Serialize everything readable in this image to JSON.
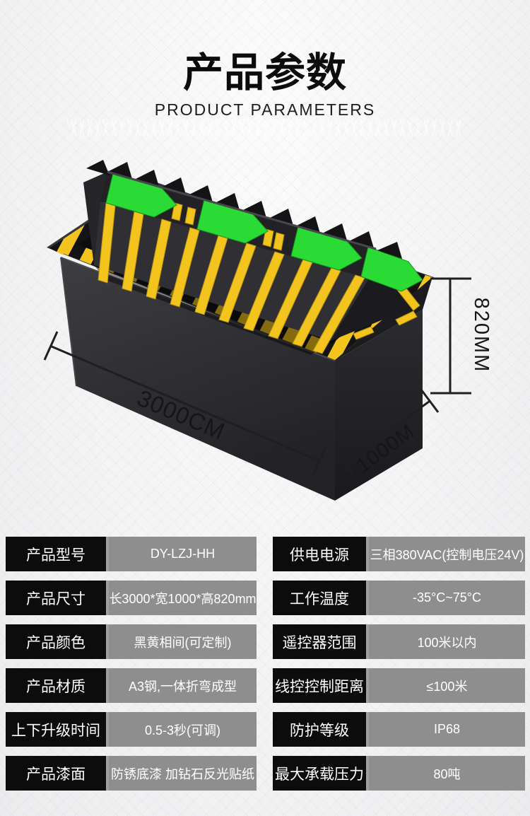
{
  "header": {
    "title": "产品参数",
    "subtitle": "PRODUCT PARAMETERS"
  },
  "figure": {
    "dimensions": {
      "height": "820MM",
      "length": "3000CM",
      "width": "1000M"
    },
    "colors": {
      "stripe_yellow": "#f2c41d",
      "arrow_green": "#2bdb35",
      "body_dark": "#2a2a2e"
    }
  },
  "specs": {
    "left": [
      {
        "label": "产品型号",
        "value": "DY-LZJ-HH"
      },
      {
        "label": "产品尺寸",
        "value": "长3000*宽1000*高820mm"
      },
      {
        "label": "产品颜色",
        "value": "黑黄相间(可定制)"
      },
      {
        "label": "产品材质",
        "value": "A3钢,一体折弯成型"
      },
      {
        "label": "上下升级时间",
        "value": "0.5-3秒(可调)"
      },
      {
        "label": "产品漆面",
        "value": "防锈底漆 加钻石反光贴纸"
      }
    ],
    "right": [
      {
        "label": "供电电源",
        "value": "三相380VAC(控制电压24V)"
      },
      {
        "label": "工作温度",
        "value": "-35°C~75°C"
      },
      {
        "label": "遥控器范围",
        "value": "100米以内"
      },
      {
        "label": "线控控制距离",
        "value": "≤100米"
      },
      {
        "label": "防护等级",
        "value": "IP68"
      },
      {
        "label": "最大承载压力",
        "value": "80吨"
      }
    ]
  }
}
